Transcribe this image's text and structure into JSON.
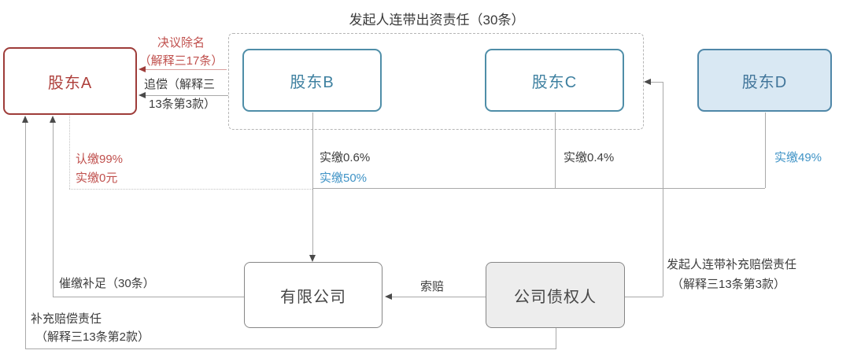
{
  "title": "发起人连带出资责任（30条）",
  "nodes": {
    "a": {
      "label": "股东A"
    },
    "b": {
      "label": "股东B"
    },
    "c": {
      "label": "股东C"
    },
    "d": {
      "label": "股东D"
    },
    "company": {
      "label": "有限公司"
    },
    "creditor": {
      "label": "公司债权人"
    }
  },
  "edges": {
    "expel": {
      "line1": "决议除名",
      "line2": "（解释三17条）"
    },
    "recourse": {
      "line1": "追偿（解释三",
      "line2": "13条第3款）"
    },
    "claim": {
      "label": "索赔"
    },
    "call_for_payment": {
      "label": "催缴补足（30条）"
    },
    "supplementary": {
      "line1": "补充赔偿责任",
      "line2": "（解释三13条第2款）"
    },
    "joint_supplementary": {
      "line1": "发起人连带补充赔偿责任",
      "line2": "（解释三13条第3款）"
    }
  },
  "contributions": {
    "a": {
      "line1": "认缴99%",
      "line2": "实缴0元"
    },
    "b": {
      "line1": "实缴0.6%",
      "line2": "实缴50%"
    },
    "c": {
      "line1": "实缴0.4%"
    },
    "d": {
      "line1": "实缴49%"
    }
  },
  "colors": {
    "red_accent": "#c0504d",
    "dark_red_border": "#9e3c39",
    "blue_accent": "#3f93c6",
    "blue_border": "#4f8ea8",
    "d_box_fill": "#d9e8f3",
    "creditor_fill": "#ededed",
    "line_gray": "#a9a9a9"
  }
}
